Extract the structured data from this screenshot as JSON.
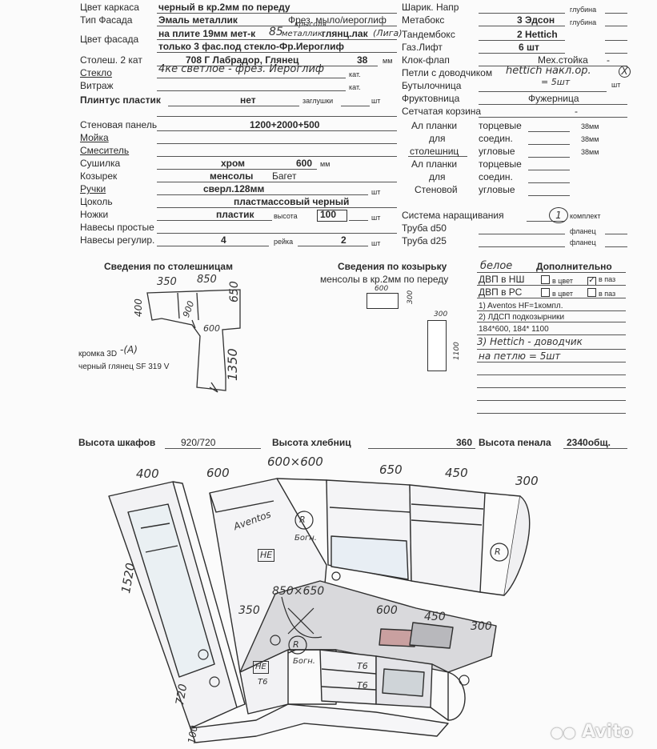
{
  "left_form": {
    "carcass_color": {
      "label": "Цвет каркаса",
      "value": "черный в кр.2мм по переду"
    },
    "facade_type": {
      "label": "Тип Фасада",
      "value": "Эмаль металлик",
      "extra": "Фрез. мыло/иероглиф"
    },
    "facade_color": {
      "label": "Цвет фасада",
      "value": "на плите 19мм мет-к",
      "hw1": "85",
      "hw_small": "крысоля",
      "hw2": "металлик",
      "value2": "глянц.лак",
      "hw3": "(Лига)",
      "line2": "только 3 фас.под стекло-Фр.Иероглиф"
    },
    "countertop": {
      "label": "Столеш. 2 кат",
      "value": "708 Г Лабрадор, Глянец",
      "size": "38",
      "unit": "мм"
    },
    "glass": {
      "label": "Стекло",
      "hw": "4ке светлое - фрез. Иероглиф",
      "cat": "кат."
    },
    "vitrage": {
      "label": "Витраж",
      "cat": "кат."
    },
    "plinth": {
      "label": "Плинтус пластик",
      "value": "нет",
      "caps": "заглушки",
      "pcs": "шт"
    },
    "wall_panel": {
      "label": "Стеновая панель",
      "value": "1200+2000+500"
    },
    "sink": {
      "label": "Мойка"
    },
    "mixer": {
      "label": "Смеситель"
    },
    "dryer": {
      "label": "Сушилка",
      "value": "хром",
      "size": "600",
      "unit": "мм"
    },
    "canopy": {
      "label": "Козырек",
      "value": "менсолы",
      "extra": "Багет"
    },
    "handles": {
      "label": "Ручки",
      "value": "сверл.128мм",
      "pcs": "шт"
    },
    "plinth_base": {
      "label": "Цоколь",
      "value": "пластмассовый черный"
    },
    "legs": {
      "label": "Ножки",
      "value": "пластик",
      "height_label": "высота",
      "height": "100",
      "pcs": "шт"
    },
    "simple_hinges": {
      "label": "Навесы простые"
    },
    "adj_hinges": {
      "label": "Навесы регулир.",
      "value": "4",
      "rail_label": "рейка",
      "rail": "2",
      "pcs": "шт"
    }
  },
  "right_form": {
    "ball": {
      "label": "Шарик. Напр",
      "depth": "глубина"
    },
    "metabox": {
      "label": "Метабокс",
      "value": "3 Эдсон",
      "depth": "глубина"
    },
    "tandembox": {
      "label": "Тандембокс",
      "value": "2 Hettich"
    },
    "gas_lift": {
      "label": "Газ.Лифт",
      "value": "6 шт"
    },
    "klok_flap": {
      "label": "Клок-флап",
      "value": "Мех.стойка",
      "dash": "-"
    },
    "hinges_closer": {
      "label": "Петли с доводчиком",
      "hw": "hettich накл.ор.",
      "hw_circle": "Х",
      "hw2": "= 5шт",
      "pcs": "шт"
    },
    "bottle": {
      "label": "Бутылочница"
    },
    "fruit": {
      "label": "Фруктовница",
      "value": "Фужерница"
    },
    "mesh_basket": {
      "label": "Сетчатая корзина",
      "dash": "-"
    },
    "al_strips_top": {
      "l1": "Ал планки",
      "l2": "для",
      "l3": "столешниц",
      "r1": "торцевые",
      "r2": "соедин.",
      "r3": "угловые",
      "mm": "38мм"
    },
    "al_strips_wall": {
      "l1": "Ал планки",
      "l2": "для",
      "l3": "Стеновой",
      "r1": "торцевые",
      "r2": "соедин.",
      "r3": "угловые"
    },
    "extension": {
      "label": "Система наращивания",
      "value": "1",
      "unit": "комплект"
    },
    "pipe50": {
      "label": "Труба d50",
      "unit": "фланец"
    },
    "pipe25": {
      "label": "Труба d25",
      "unit": "фланец"
    }
  },
  "countertop_info": {
    "title": "Сведения по столешницам",
    "dims": {
      "d350": "350",
      "d850": "850",
      "d650": "650",
      "d400": "400",
      "d600": "600",
      "d1350": "1350",
      "d900": "900"
    },
    "edge_label": "кромка 3D",
    "edge_hw": "-(А)",
    "edge_color": "черный глянец SF 319 V"
  },
  "canopy_info": {
    "title": "Сведения по козырьку",
    "subtitle": "менсолы в кр.2мм по переду",
    "d600": "600",
    "d300a": "300",
    "d300b": "300",
    "d1100": "1100"
  },
  "additional": {
    "hw_white": "белое",
    "title": "Дополнительно",
    "dvp_ns": "ДВП в НШ",
    "dvp_rs": "ДВП в РС",
    "in_color": "в цвет",
    "in_groove": "в паз",
    "check": "✓",
    "item1": "1) Aventos HF=1компл.",
    "item2": "2) ЛДСП подкозырники",
    "item2b": "184*600, 184* 1100",
    "item3_hw": "3) Hettich - доводчик",
    "item3_hw2": "на петлю = 5шт"
  },
  "heights": {
    "cab_label": "Высота шкафов",
    "cab_value": "920/720",
    "bread_label": "Высота хлебниц",
    "bread_value": "360",
    "pen_label": "Высота пенала",
    "pen_value": "2340общ."
  },
  "sketch": {
    "top": [
      "400",
      "600",
      "600×600",
      "650",
      "450",
      "300"
    ],
    "mid": [
      "350",
      "850×650",
      "600",
      "450",
      "300"
    ],
    "left": [
      "1520",
      "720",
      "100"
    ],
    "labels": [
      "Aventos",
      "НЕ",
      "Богн.",
      "Богн.",
      "Т6",
      "Т6",
      "НЕ",
      "Т6",
      "R",
      "R",
      "R"
    ]
  },
  "watermark": "Avito"
}
